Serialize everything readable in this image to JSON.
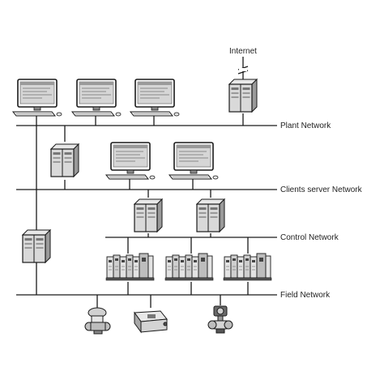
{
  "diagram": {
    "internet_label": "Internet",
    "networks": {
      "plant": "Plant Network",
      "clients_server": "Clients server Network",
      "control": "Control Network",
      "field": "Field Network"
    },
    "icons": {
      "workstation": "workstation-icon",
      "server": "server-icon",
      "controller_rack": "controller-rack-icon",
      "field_device": "field-instrument-icon"
    },
    "colors": {
      "line": "#1a1a1a",
      "equipment_body": "#d9d9d9",
      "equipment_dark": "#4a4a4a",
      "screen": "#bfbfbf"
    }
  }
}
